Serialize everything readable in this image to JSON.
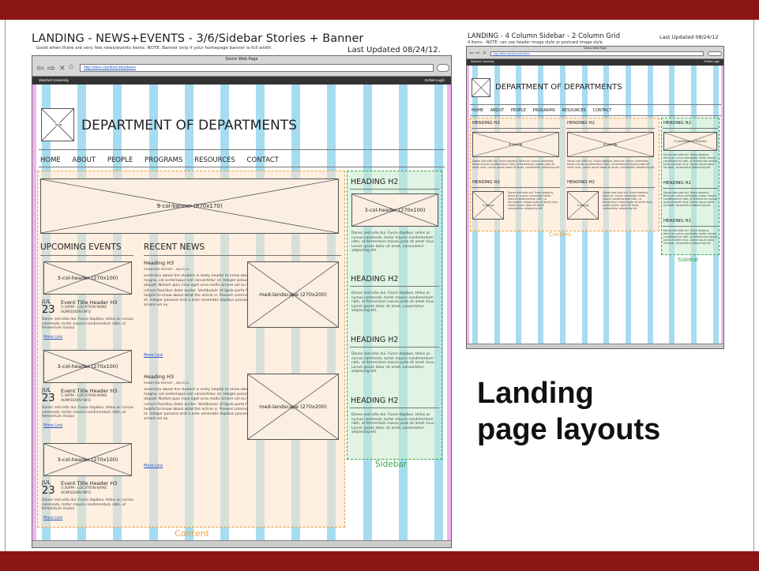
{
  "colors": {
    "brand": "#8c1515",
    "column": "#a6dcf0",
    "content": "#e8a13c",
    "sidebar": "#3aa34a",
    "placeholder": "#fbeee2"
  },
  "left": {
    "title": "LANDING - NEWS+EVENTS - 3/6/Sidebar Stories + Banner",
    "subtitle": "Good when there are very few news/events items. NOTE: Banner only if your homepage banner is full width.",
    "updated": "Last Updated 08/24/12.",
    "browser": {
      "window_title": "Demo Web Page",
      "url": "http://sites.stanford.edu/demo"
    },
    "topbar": {
      "left": "Stanford University",
      "right": "SUNet Login"
    },
    "logo": "logo",
    "site_title": "DEPARTMENT OF DEPARTMENTS",
    "nav": [
      "HOME",
      "ABOUT",
      "PEOPLE",
      "PROGRAMS",
      "RESOURCES",
      "CONTACT"
    ],
    "banner": "9-col-banner (870x170)",
    "events": {
      "heading": "UPCOMING EVENTS",
      "img": "3-col-header (270x100)",
      "items": [
        {
          "month": "JUL",
          "day": "23",
          "title": "Event Title Header H3",
          "meta": "5:30PM - LOCATION NAME ADMISSION INFO",
          "body": "Donec sed odio dui. Fusce dapibus, tellus ac cursus commodo, tortor mauris condimentum nibh, ut fermentum massa",
          "more": "More Link"
        },
        {
          "month": "JUL",
          "day": "23",
          "title": "Event Title Header H3",
          "meta": "5:30PM - LOCATION NAME ADMISSION INFO",
          "body": "Donec sed odio dui. Fusce dapibus, tellus ac cursus commodo, tortor mauris condimentum nibh, ut fermentum massa",
          "more": "More Link"
        },
        {
          "month": "JUL",
          "day": "23",
          "title": "Event Title Header H3",
          "meta": "5:30PM - LOCATION NAME ADMISSION INFO",
          "body": "Donec sed odio dui. Fusce dapibus, tellus ac cursus commodo, tortor mauris condimentum nibh, ut fermentum massa",
          "more": "More Link"
        }
      ]
    },
    "news": {
      "heading": "RECENT NEWS",
      "img": "med-landscape (270x200)",
      "items": [
        {
          "h": "Heading H3",
          "meta": "STANFORD REPORT - 08/23/12",
          "body": "Summary about the student is really helpful to know about what the article is. Prosent commodo cursus magna, vel scelerisque nisl consectetur et. Integer posuere erat a ante venenatis dapibus posuere velit aliquet. Nullam quis risus eget urna mollis ornare vel eu leo. Vivamus sagittis lacus vel augue laoreet rutrum faucibus dolor auctor. Vestibulum id ligula porta felis euismod. Summary about the student is really helpful to know about what the article is. Prosent commodo cursus magna, vel scelerisque nisl consectetur et. Integer posuere erat a ante venenatis dapibus posuere velit aliquet. Nullam quis risus eget urna mollis ornare vel eu",
          "more": "More Link"
        },
        {
          "h": "Heading H3",
          "meta": "STANFORD REPORT - 08/23/12",
          "body": "Summary about the student is really helpful to know about what the article is. Prosent commodo cursus magna, vel scelerisque nisl consectetur et. Integer posuere erat a ante venenatis dapibus posuere velit aliquet. Nullam quis risus eget urna mollis ornare vel eu leo. Vivamus sagittis lacus vel augue laoreet rutrum faucibus dolor auctor. Vestibulum id ligula porta felis euismod. Summary about the student is really helpful to know about what the article is. Prosent commodo cursus magna, vel scelerisque nisl consectetur et. Integer posuere erat a ante venenatis dapibus posuere velit aliquet. Nullam quis risus eget urna mollis ornare vel eu",
          "more": "More Link"
        }
      ]
    },
    "sidebar": {
      "img": "3-col-header (270x100)",
      "headings": [
        "HEADING H2",
        "HEADING H2",
        "HEADING H2",
        "HEADING H2"
      ],
      "body": "Donec sed odio dui. Fusce dapibus, tellus ac cursus commodo, tortor mauris condimentum nibh, ut fermentum massa justo sit amet risus. Lorem ipsum dolor sit amet, consectetur adipiscing elit.",
      "label": "Sidebar"
    },
    "content_label": "Content"
  },
  "right": {
    "title": "LANDING - 4 Column Sidebar - 2 Column Grid",
    "updated": "Last Updated 08/24/12",
    "subtitle": "4 items - NOTE: can use header image style or postcard image style",
    "browser": {
      "window_title": "Demo Web Page",
      "url": "http://sites.stanford.edu/demo"
    },
    "topbar": {
      "left": "Stanford University",
      "right": "SUNet Login"
    },
    "logo": "logo",
    "site_title": "DEPARTMENT OF DEPARTMENTS",
    "nav": [
      "HOME",
      "ABOUT",
      "PEOPLE",
      "PROGRAMS",
      "RESOURCES",
      "CONTACT"
    ],
    "grid_heading": "HEADING H2",
    "grid_img": "4-col-hdr",
    "thumb": "2-col-sq",
    "side_img": "3-col-header (270x100)",
    "text": "Donec sed odio dui. Fusce dapibus, tellus ac cursus commodo, tortor mauris condimentum nibh, ut fermentum massa justo sit amet risus. Lorem ipsum dolor sit amet, consectetur adipiscing elit.",
    "content_label": "Content",
    "sidebar_label": "Sidebar"
  },
  "caption": {
    "line1": "Landing",
    "line2": "page layouts"
  }
}
